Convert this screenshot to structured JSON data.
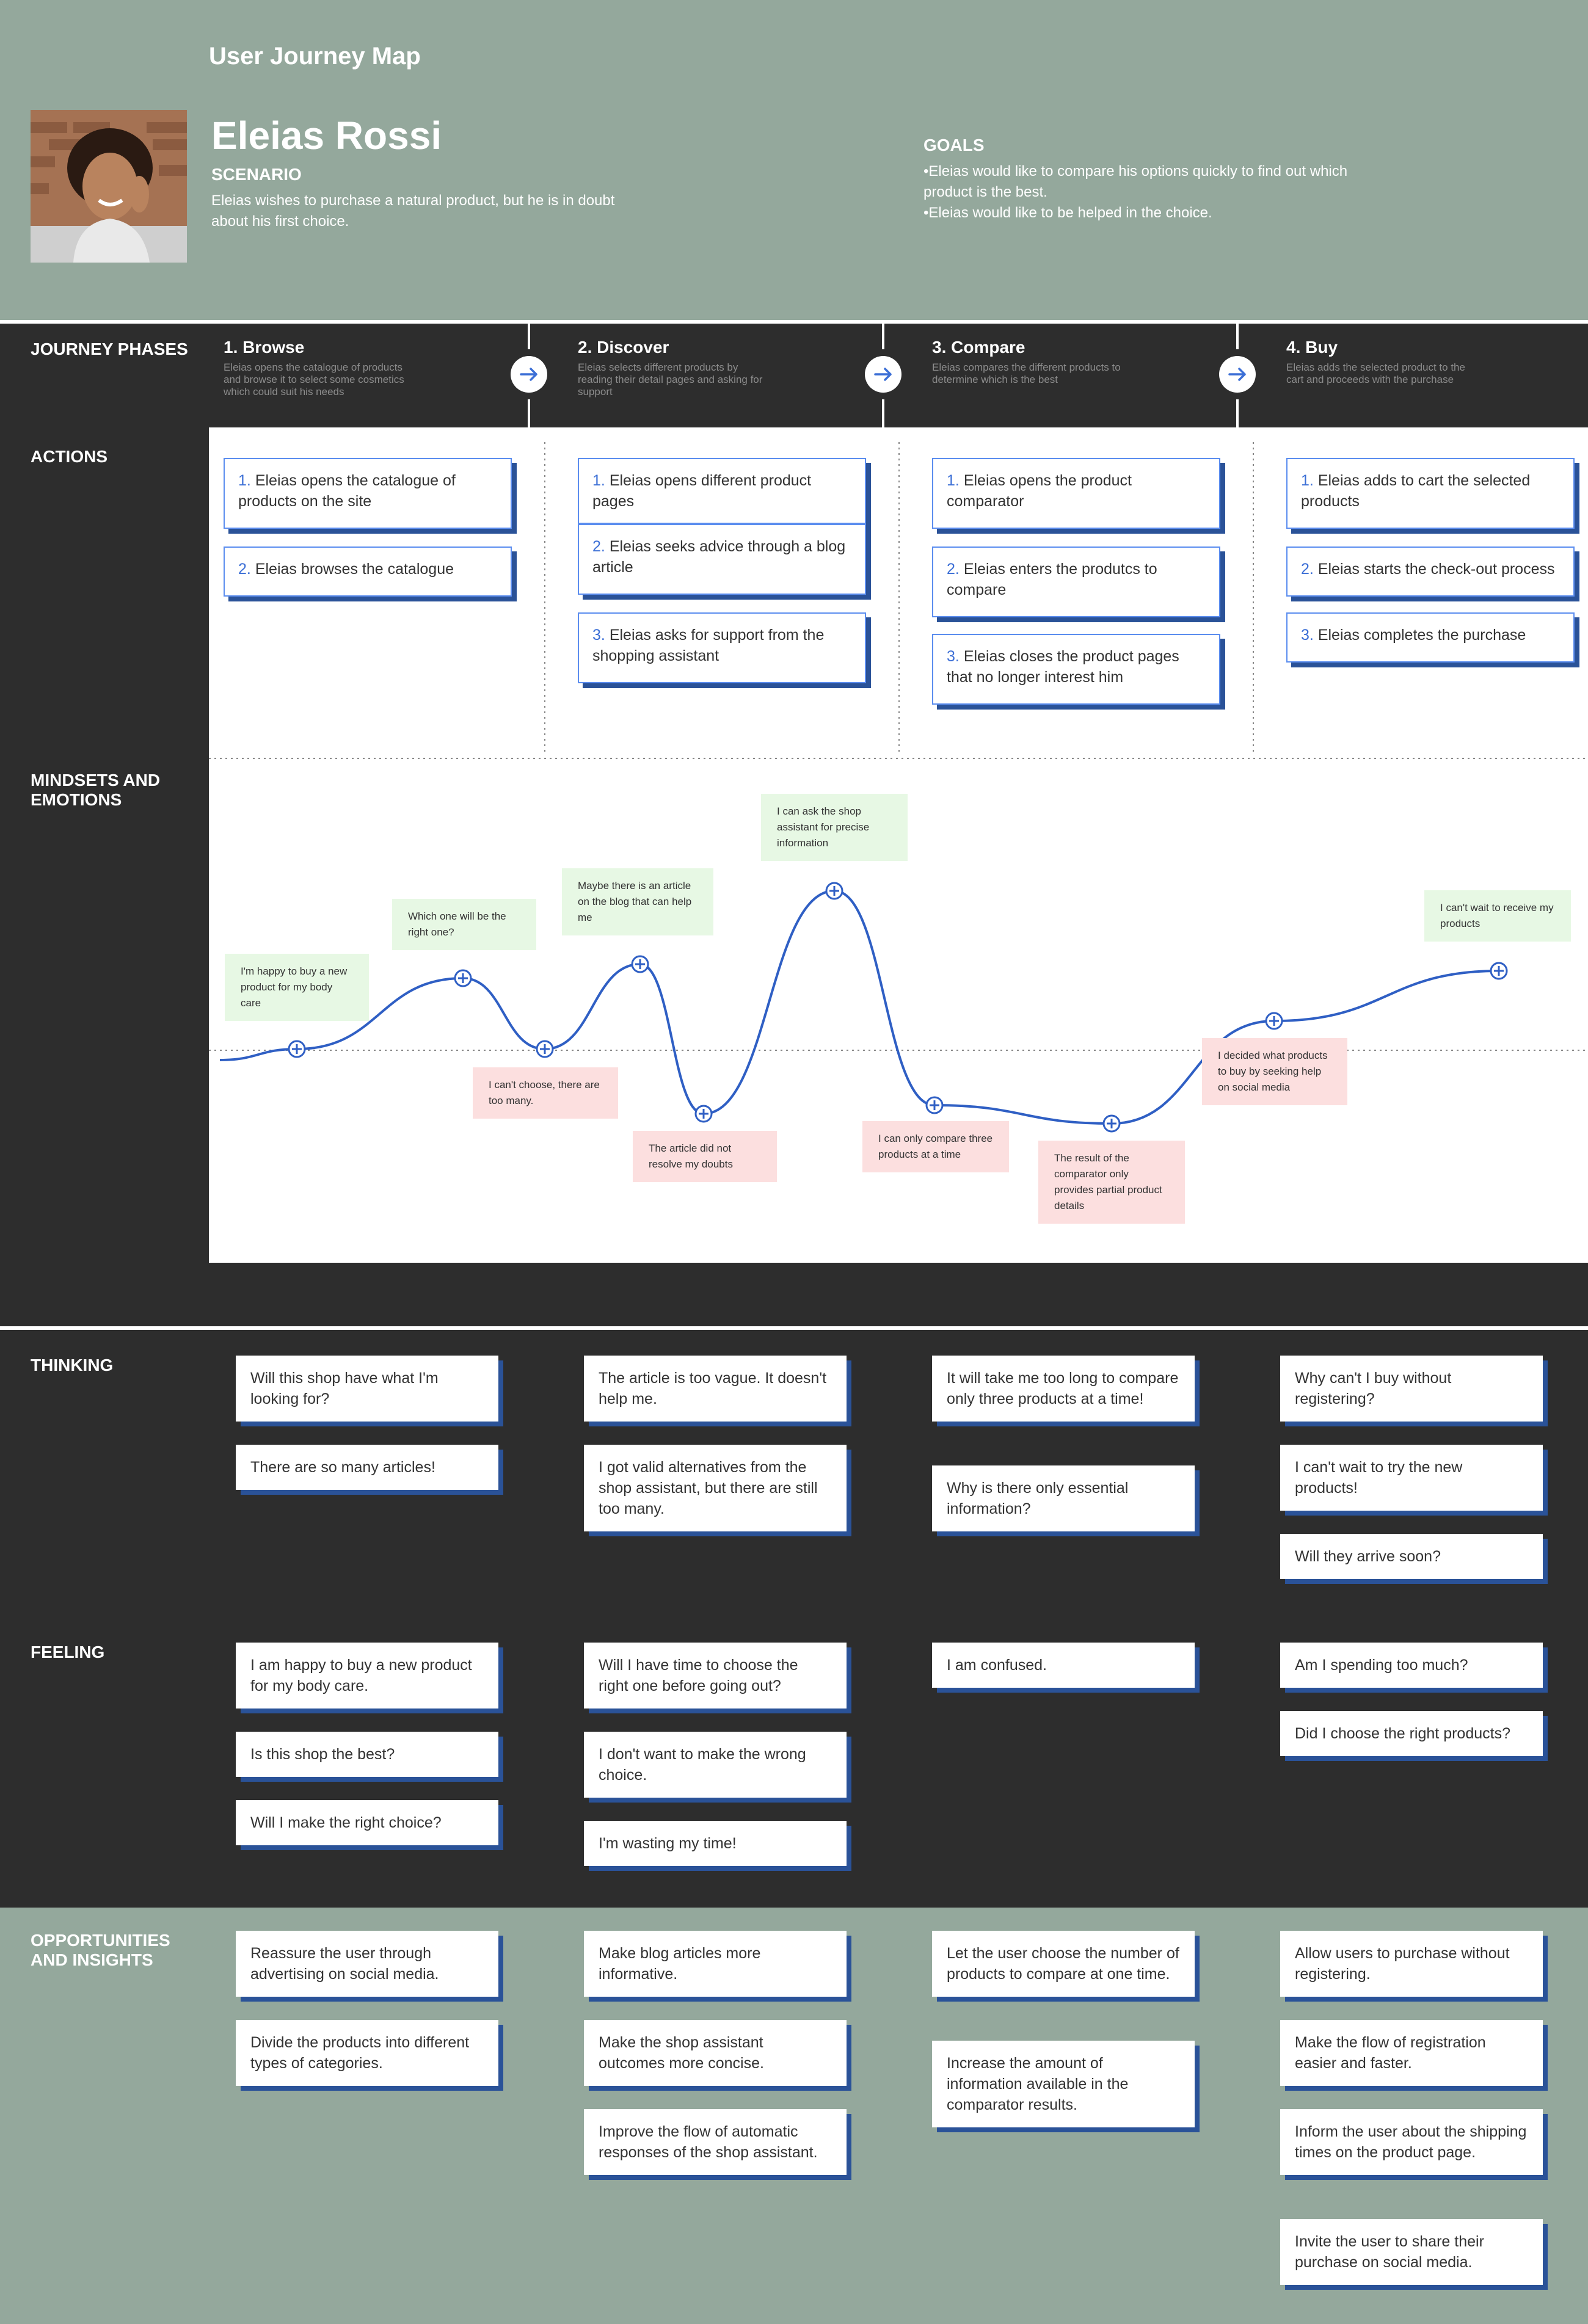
{
  "title": "User Journey Map",
  "persona": {
    "name": "Eleias Rossi",
    "scenario_label": "SCENARIO",
    "scenario_text": "Eleias wishes to purchase a natural product, but he is in doubt about his first choice.",
    "goals_label": "GOALS",
    "goals": [
      "•Eleias would like to compare his options quickly to find out which product is the best.",
      "•Eleias would like to be helped in the choice."
    ]
  },
  "labels": {
    "phases": "JOURNEY PHASES",
    "actions": "ACTIONS",
    "mindsets": "MINDSETS AND EMOTIONS",
    "thinking": "THINKING",
    "feeling": "FEELING",
    "opportunities": "OPPORTUNITIES AND INSIGHTS"
  },
  "phases": [
    {
      "title": "1. Browse",
      "desc": "Eleias opens the catalogue of products and browse it to select some cosmetics which could suit his needs"
    },
    {
      "title": "2. Discover",
      "desc": "Eleias selects different products by reading their detail pages and asking for support"
    },
    {
      "title": "3. Compare",
      "desc": "Eleias compares the different products to determine which is the best"
    },
    {
      "title": "4. Buy",
      "desc": "Eleias adds the selected product to the cart and proceeds with the purchase"
    }
  ],
  "actions": [
    [
      {
        "n": "1.",
        "t": "Eleias opens the catalogue of products on the site"
      },
      {
        "n": "2.",
        "t": "Eleias browses the catalogue"
      }
    ],
    [
      {
        "n": "1.",
        "t": "Eleias opens different product pages"
      },
      {
        "n": "2.",
        "t": "Eleias seeks advice through a blog article"
      },
      {
        "n": "3.",
        "t": "Eleias asks for support from the shopping assistant"
      }
    ],
    [
      {
        "n": "1.",
        "t": "Eleias opens the product comparator"
      },
      {
        "n": "2.",
        "t": "Eleias enters the produtcs to compare"
      },
      {
        "n": "3.",
        "t": "Eleias closes the product pages that no longer interest him"
      }
    ],
    [
      {
        "n": "1.",
        "t": "Eleias adds to cart the selected products"
      },
      {
        "n": "2.",
        "t": "Eleias starts the check-out process"
      },
      {
        "n": "3.",
        "t": "Eleias completes the purchase"
      }
    ]
  ],
  "emotions": [
    {
      "text": "I'm happy to buy a new product for my body care",
      "sentiment": "positive"
    },
    {
      "text": "Which one will be the right one?",
      "sentiment": "positive"
    },
    {
      "text": "I can't choose, there are too many.",
      "sentiment": "negative"
    },
    {
      "text": "Maybe there is an article on the blog that can help me",
      "sentiment": "positive"
    },
    {
      "text": "The article did not resolve my doubts",
      "sentiment": "negative"
    },
    {
      "text": "I can ask the shop assistant for precise information",
      "sentiment": "positive"
    },
    {
      "text": "I can only compare three products at a time",
      "sentiment": "negative"
    },
    {
      "text": "The result of the comparator only provides partial product details",
      "sentiment": "negative"
    },
    {
      "text": "I decided what products to buy by seeking help on social media",
      "sentiment": "negative"
    },
    {
      "text": "I can't wait to receive my products",
      "sentiment": "positive"
    }
  ],
  "thinking": [
    [
      "Will this shop have what I'm looking for?",
      "There are so many articles!"
    ],
    [
      "The article is too vague. It doesn't help me.",
      "I got valid alternatives from the shop assistant, but there are still too many."
    ],
    [
      "It will take me too long to compare only three products at a time!",
      "Why is there only essential information?"
    ],
    [
      "Why can't I buy without registering?",
      "I can't wait to try the new products!",
      "Will they arrive soon?"
    ]
  ],
  "feeling": [
    [
      "I am happy to buy a new product for my body care.",
      "Is this shop the best?",
      "Will I make the right choice?"
    ],
    [
      "Will I have time to choose the right one before going out?",
      "I don't want to make the wrong choice.",
      "I'm wasting my time!"
    ],
    [
      "I am confused."
    ],
    [
      "Am I spending too much?",
      "Did I choose the right products?"
    ]
  ],
  "opportunities": [
    [
      "Reassure the user through advertising on social media.",
      "Divide the products into different types of categories."
    ],
    [
      "Make blog articles more informative.",
      "Make the shop assistant outcomes more concise.",
      "Improve the flow of automatic responses of the shop assistant."
    ],
    [
      "Let the user choose the number of products to compare at one time.",
      "Increase the amount of information available in the comparator results."
    ],
    [
      "Allow users to purchase without registering.",
      "Make the flow of registration easier and faster.",
      "Inform the user about the shipping times on the product page.",
      "Invite the user to share their purchase on social media."
    ]
  ],
  "colors": {
    "header_bg": "#94a89c",
    "dark_bg": "#2d2d2d",
    "card_border": "#5b8def",
    "card_shadow": "#2a5298",
    "curve": "#2f5fc4",
    "positive_bg": "#e7f8e4",
    "negative_bg": "#fcdfdf"
  }
}
